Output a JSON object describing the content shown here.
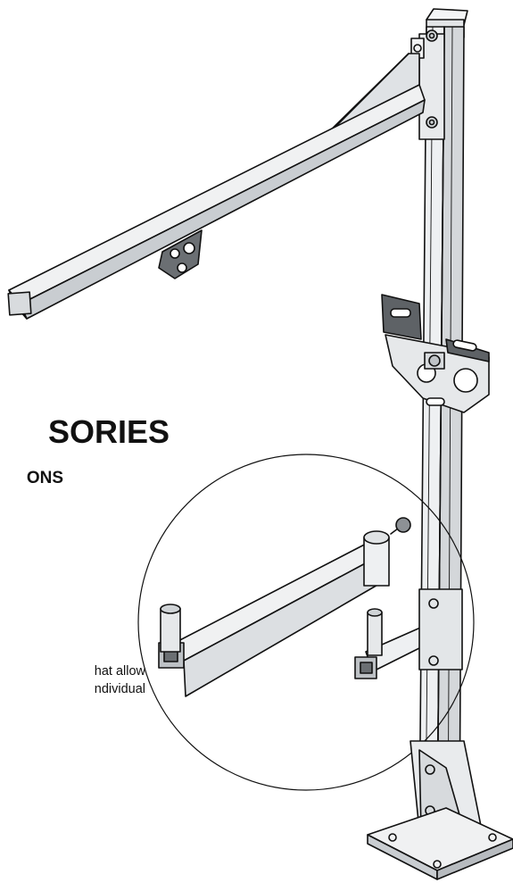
{
  "text": {
    "heading_fragment": "SORIES",
    "subheading_fragment": "ONS",
    "body_fragments": [
      "hat allow",
      "ndividual"
    ]
  },
  "illustration": {
    "subject": "aluminium column stand with swivel arm, bracket, detail circle and base plate",
    "line_color": "#111111",
    "metal_fill": "#eef0f2",
    "shade_fill": "#c4c8cc",
    "dark_fill": "#6b6f73"
  }
}
